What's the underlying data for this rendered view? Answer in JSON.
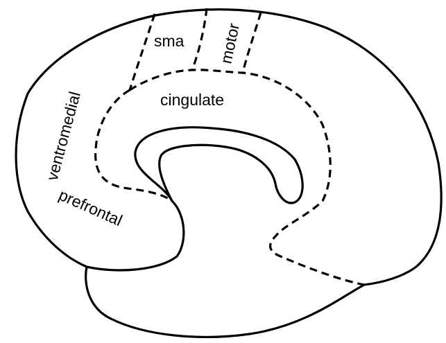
{
  "diagram": {
    "labels": {
      "sma": "sma",
      "motor": "motor",
      "cingulate": "cingulate",
      "ventromedial": "ventromedial",
      "prefrontal": "prefrontal"
    },
    "colors": {
      "stroke": "#000000",
      "background": "#ffffff"
    }
  }
}
